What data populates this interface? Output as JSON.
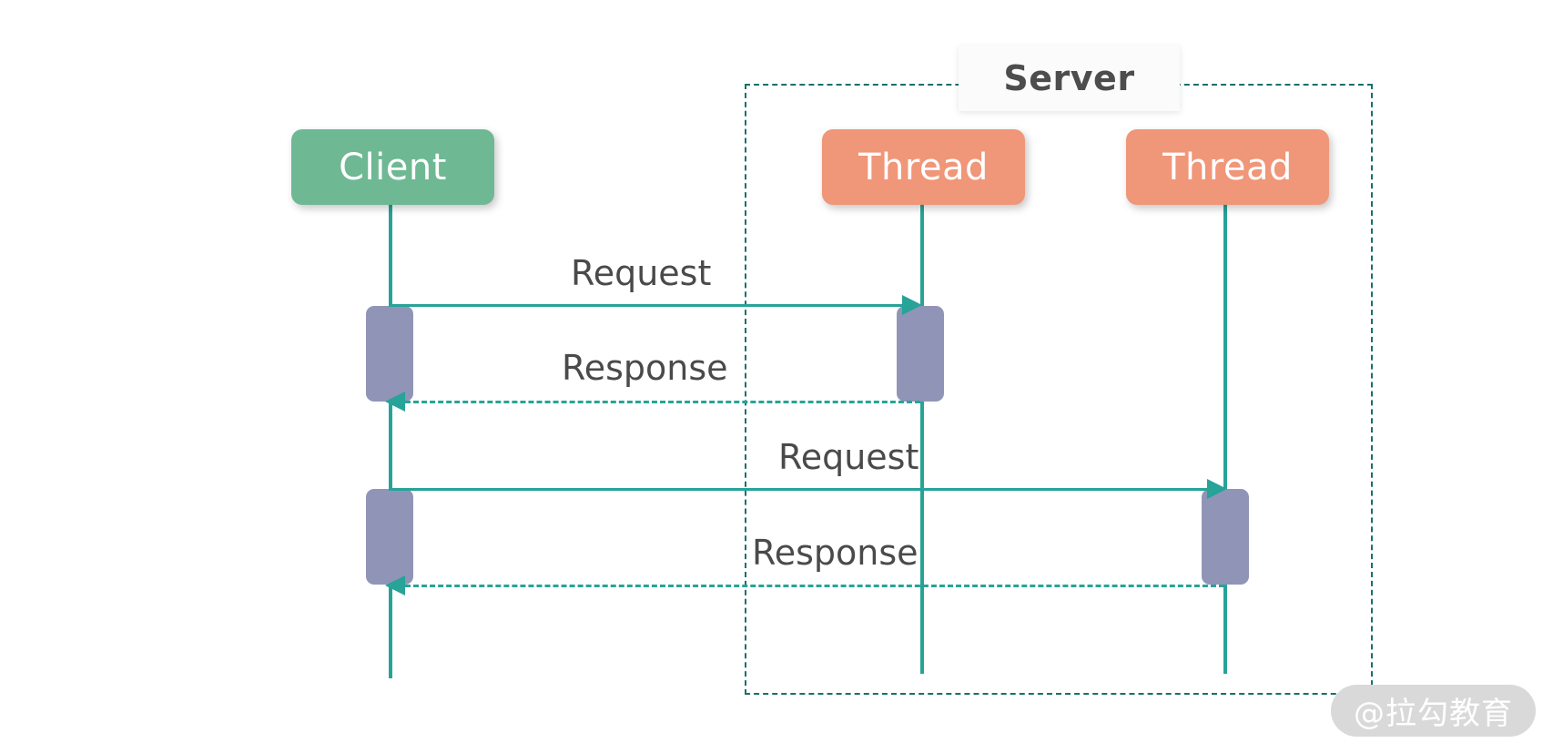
{
  "diagram": {
    "type": "sequence-diagram",
    "title": "",
    "background": "#ffffff",
    "colors": {
      "client_fill": "#6fb894",
      "thread_fill": "#f09679",
      "activation_fill": "#9095b7",
      "line": "#27a398",
      "group_border": "#17706b",
      "label_text": "#4a4a4a",
      "group_label_text": "#4d4d4d",
      "participant_text": "#ffffff",
      "watermark_fill": "#d9d9d9",
      "watermark_text": "#ffffff"
    },
    "group": {
      "label": "Server"
    },
    "participants": [
      {
        "id": "client",
        "label": "Client",
        "kind": "client"
      },
      {
        "id": "thread-1",
        "label": "Thread",
        "kind": "thread"
      },
      {
        "id": "thread-2",
        "label": "Thread",
        "kind": "thread"
      }
    ],
    "messages": [
      {
        "id": "m1",
        "label": "Request",
        "from": "client",
        "to": "thread-1",
        "style": "solid",
        "direction": "right"
      },
      {
        "id": "m2",
        "label": "Response",
        "from": "thread-1",
        "to": "client",
        "style": "dashed",
        "direction": "left"
      },
      {
        "id": "m3",
        "label": "Request",
        "from": "client",
        "to": "thread-2",
        "style": "solid",
        "direction": "right"
      },
      {
        "id": "m4",
        "label": "Response",
        "from": "thread-2",
        "to": "client",
        "style": "dashed",
        "direction": "left"
      }
    ],
    "watermark": {
      "text": "@拉勾教育"
    }
  }
}
